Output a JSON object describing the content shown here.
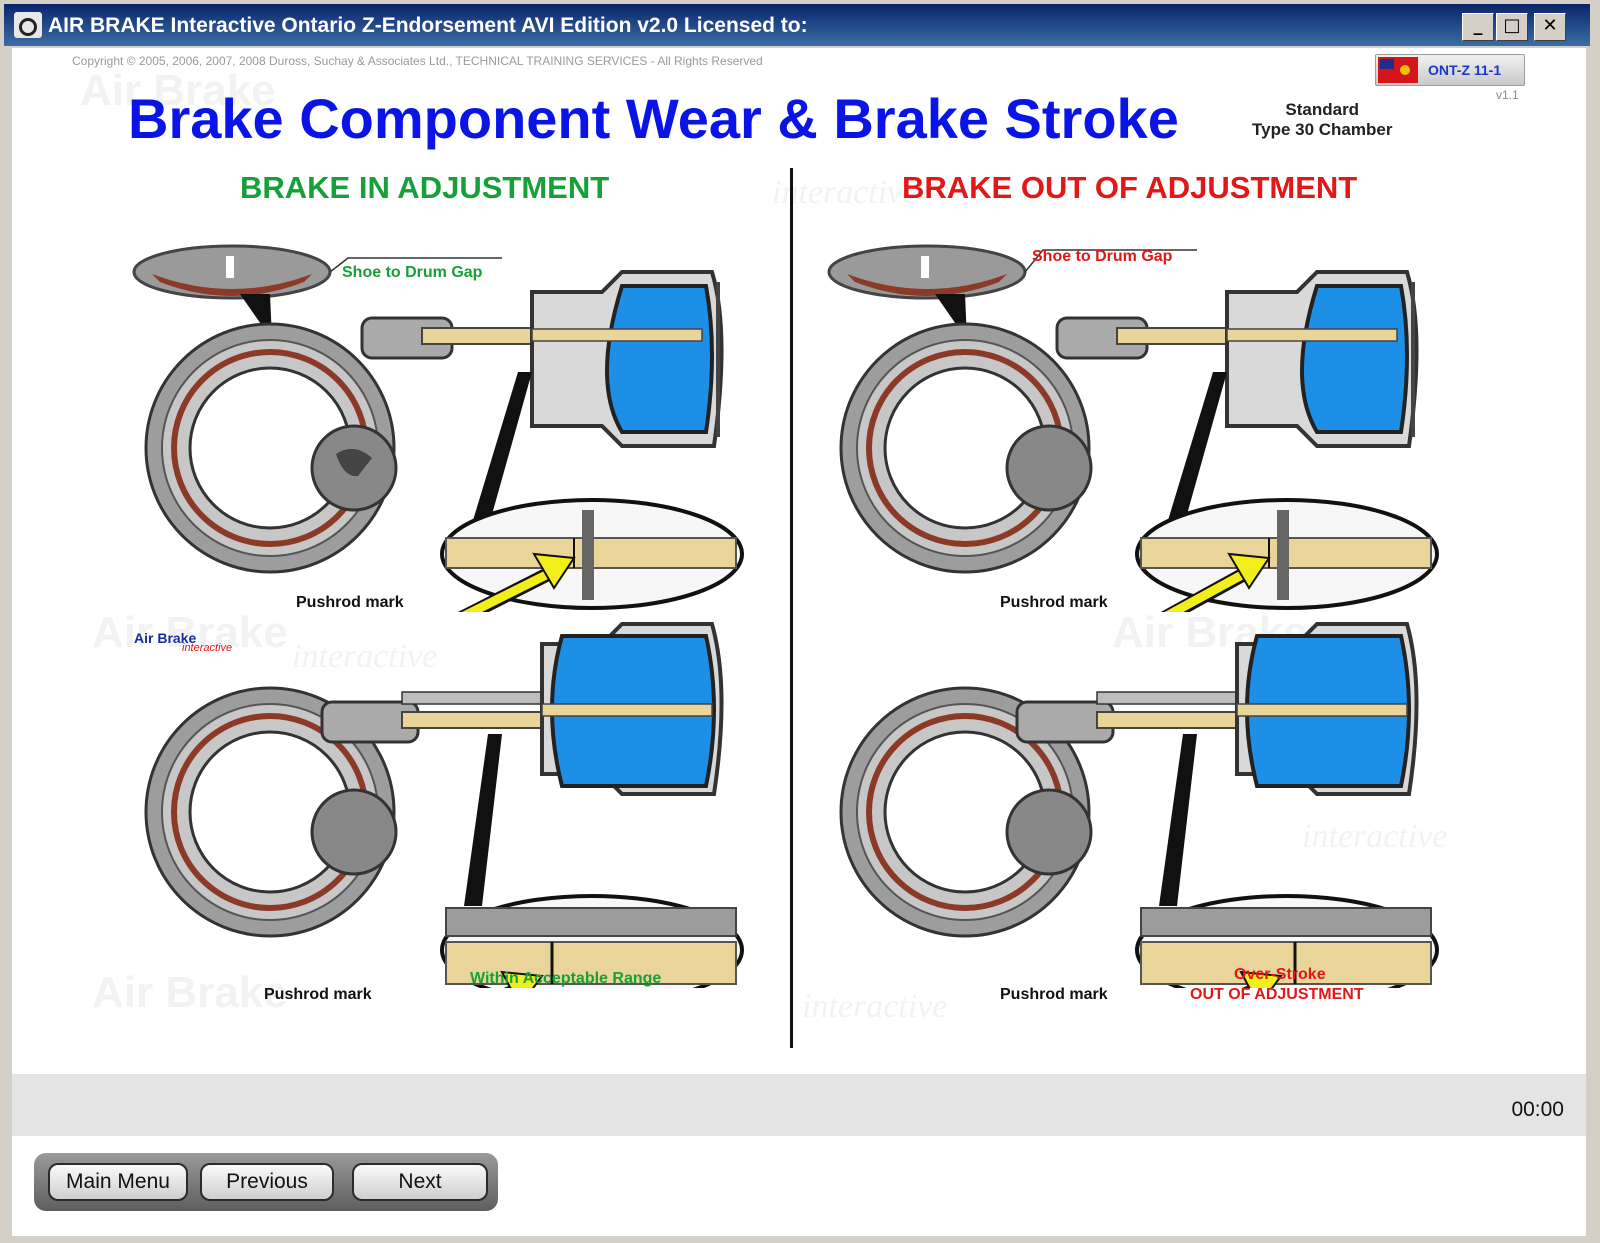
{
  "window": {
    "title": "AIR BRAKE Interactive Ontario Z-Endorsement AVI Edition v2.0  Licensed to:",
    "minimize": "_",
    "maximize": "□",
    "close": "✕"
  },
  "header": {
    "copyright": "Copyright © 2005, 2006, 2007, 2008  Duross, Suchay & Associates Ltd., TECHNICAL TRAINING SERVICES - All Rights Reserved",
    "badge": "ONT-Z 11-1",
    "version": "v1.1",
    "title": "Brake Component Wear & Brake Stroke",
    "chamber_line1": "Standard",
    "chamber_line2": "Type 30 Chamber"
  },
  "left": {
    "title": "BRAKE IN ADJUSTMENT",
    "gap_label": "Shoe to Drum Gap",
    "pushrod_top": "Pushrod mark",
    "pushrod_bottom": "Pushrod mark",
    "range_label": "Within Acceptable Range",
    "logo_line1": "Air Brake",
    "logo_line2": "interactive"
  },
  "right": {
    "title": "BRAKE OUT OF ADJUSTMENT",
    "gap_label": "Shoe to Drum Gap",
    "pushrod_top": "Pushrod mark",
    "pushrod_bottom": "Pushrod mark",
    "over_line1": "Over-Stroke",
    "over_line2": "OUT OF ADJUSTMENT"
  },
  "watermark": {
    "line1": "Air Brake",
    "line2": "interactive"
  },
  "status": {
    "timer": "00:00"
  },
  "nav": {
    "main_menu": "Main Menu",
    "previous": "Previous",
    "next": "Next"
  },
  "colors": {
    "title_blue": "#0a14e6",
    "ok_green": "#17a03a",
    "warn_red": "#e01818",
    "chamber_blue": "#1e8fe6",
    "pushrod_tan": "#e9d59a",
    "arrow_yellow": "#f2ee1a"
  }
}
